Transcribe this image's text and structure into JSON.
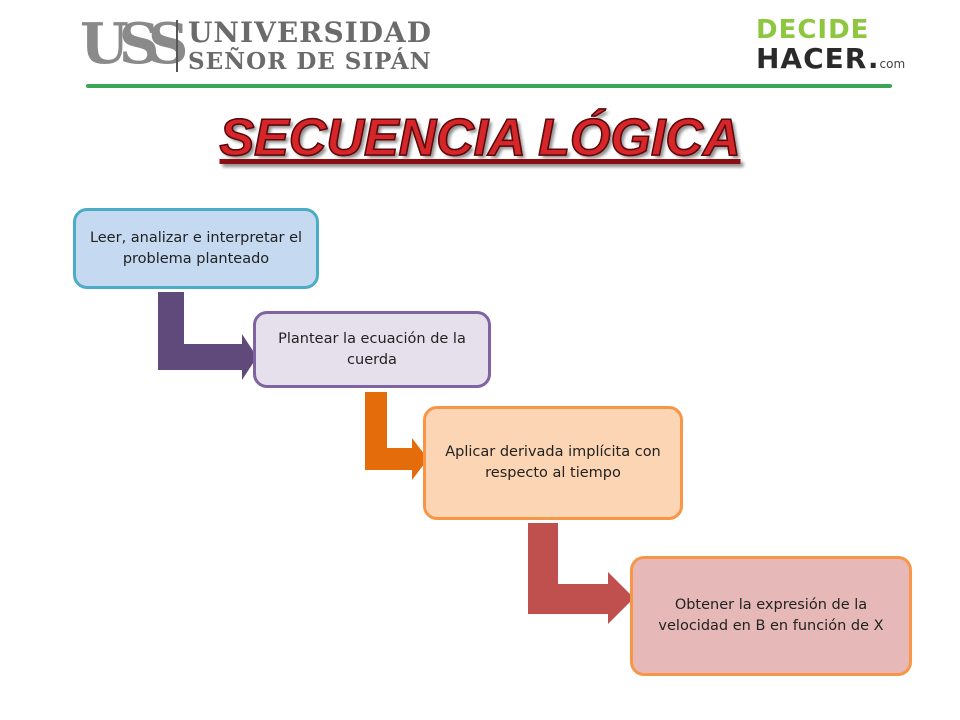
{
  "header": {
    "uss_mark": "USS",
    "uss_name_line1": "UNIVERSIDAD",
    "uss_name_line2": "SEÑOR DE SIPÁN",
    "decide_line1": "DECIDE",
    "decide_line2": "HACER.",
    "decide_suffix": "com"
  },
  "title": "SECUENCIA LÓGICA",
  "steps": [
    {
      "text": "Leer, analizar e interpretar el problema planteado"
    },
    {
      "text": "Plantear la ecuación de la cuerda"
    },
    {
      "text": "Aplicar derivada implícita con respecto al tiempo"
    },
    {
      "text": "Obtener la expresión de la velocidad en B en función de X"
    }
  ],
  "colors": {
    "title": "#d7262a",
    "header_rule": "#3aa655",
    "arrow1": "#604a7b",
    "arrow2": "#e46c0a",
    "arrow3": "#c0504d"
  }
}
